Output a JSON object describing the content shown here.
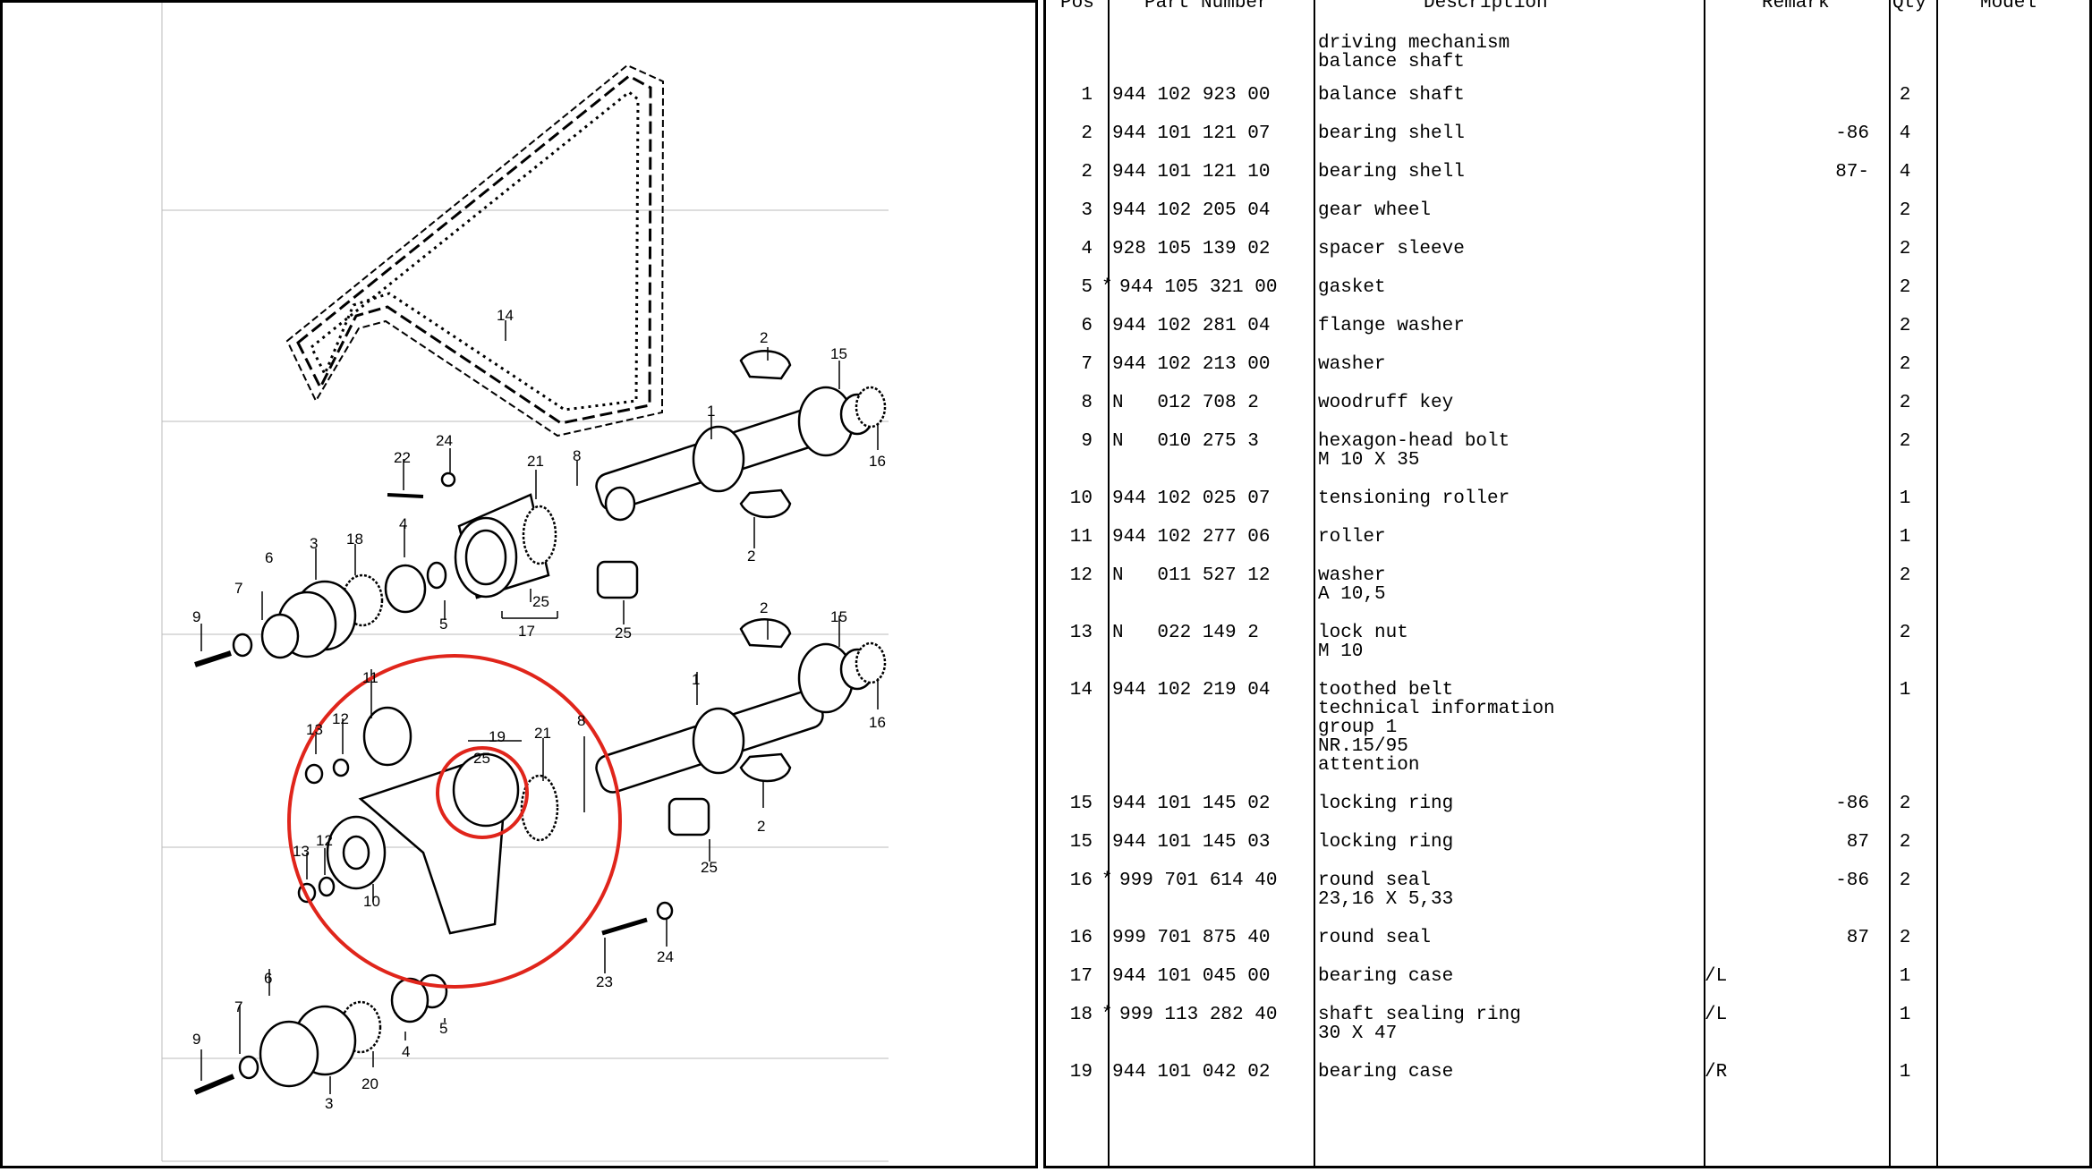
{
  "diagram": {
    "callouts": {
      "c14": "14",
      "c2a": "2",
      "c15a": "15",
      "c1a": "1",
      "c16a": "16",
      "c22": "22",
      "c24a": "24",
      "c21a": "21",
      "c8a": "8",
      "c4a": "4",
      "c3a": "3",
      "c18": "18",
      "c6a": "6",
      "c7a": "7",
      "c9a": "9",
      "c5a": "5",
      "c25a": "25",
      "c17": "17",
      "c25b": "25",
      "c2b": "2",
      "c2c": "2",
      "c15b": "15",
      "c1b": "1",
      "c16b": "16",
      "c11": "11",
      "c13a": "13",
      "c12a": "12",
      "c19": "19",
      "c25c": "25",
      "c21b": "21",
      "c8b": "8",
      "c13b": "13",
      "c12b": "12",
      "c10": "10",
      "c25d": "25",
      "c2d": "2",
      "c24b": "24",
      "c23": "23",
      "c6b": "6",
      "c7b": "7",
      "c9b": "9",
      "c5b": "5",
      "c4b": "4",
      "c20": "20",
      "c3b": "3"
    }
  },
  "table": {
    "headers": {
      "pos": "Pos",
      "part_number": "Part Number",
      "description": "Description",
      "remark": "Remark",
      "qty": "Qty",
      "model": "Model"
    },
    "rows": [
      {
        "pos": "",
        "pn": "",
        "desc": "driving mechanism\nbalance shaft",
        "rem_l": "",
        "rem_r": "",
        "qty": ""
      },
      {
        "pos": "1",
        "pn": "944 102 923 00",
        "desc": "balance shaft",
        "rem_l": "",
        "rem_r": "",
        "qty": "2"
      },
      {
        "pos": "2",
        "pn": "944 101 121 07",
        "desc": "bearing shell",
        "rem_l": "",
        "rem_r": "-86",
        "qty": "4"
      },
      {
        "pos": "2",
        "pn": "944 101 121 10",
        "desc": "bearing shell",
        "rem_l": "",
        "rem_r": "87-",
        "qty": "4"
      },
      {
        "pos": "3",
        "pn": "944 102 205 04",
        "desc": "gear wheel",
        "rem_l": "",
        "rem_r": "",
        "qty": "2"
      },
      {
        "pos": "4",
        "pn": "928 105 139 02",
        "desc": "spacer sleeve",
        "rem_l": "",
        "rem_r": "",
        "qty": "2"
      },
      {
        "pos": "5",
        "star": "*",
        "pn": "944 105 321 00",
        "desc": "gasket",
        "rem_l": "",
        "rem_r": "",
        "qty": "2"
      },
      {
        "pos": "6",
        "pn": "944 102 281 04",
        "desc": "flange washer",
        "rem_l": "",
        "rem_r": "",
        "qty": "2"
      },
      {
        "pos": "7",
        "pn": "944 102 213 00",
        "desc": "washer",
        "rem_l": "",
        "rem_r": "",
        "qty": "2"
      },
      {
        "pos": "8",
        "pn": "N   012 708 2",
        "desc": "woodruff key",
        "rem_l": "",
        "rem_r": "",
        "qty": "2"
      },
      {
        "pos": "9",
        "pn": "N   010 275 3",
        "desc": "hexagon-head bolt\nM 10 X 35",
        "rem_l": "",
        "rem_r": "",
        "qty": "2"
      },
      {
        "pos": "10",
        "pn": "944 102 025 07",
        "desc": "tensioning roller",
        "rem_l": "",
        "rem_r": "",
        "qty": "1"
      },
      {
        "pos": "11",
        "pn": "944 102 277 06",
        "desc": "roller",
        "rem_l": "",
        "rem_r": "",
        "qty": "1"
      },
      {
        "pos": "12",
        "pn": "N   011 527 12",
        "desc": "washer\nA 10,5",
        "rem_l": "",
        "rem_r": "",
        "qty": "2"
      },
      {
        "pos": "13",
        "pn": "N   022 149 2",
        "desc": "lock nut\nM 10",
        "rem_l": "",
        "rem_r": "",
        "qty": "2"
      },
      {
        "pos": "14",
        "pn": "944 102 219 04",
        "desc": "toothed belt\ntechnical information\ngroup 1\nNR.15/95\nattention",
        "rem_l": "",
        "rem_r": "",
        "qty": "1"
      },
      {
        "pos": "15",
        "pn": "944 101 145 02",
        "desc": "locking ring",
        "rem_l": "",
        "rem_r": "-86",
        "qty": "2"
      },
      {
        "pos": "15",
        "pn": "944 101 145 03",
        "desc": "locking ring",
        "rem_l": "",
        "rem_r": "87",
        "qty": "2"
      },
      {
        "pos": "16",
        "star": "*",
        "pn": "999 701 614 40",
        "desc": "round seal\n23,16 X 5,33",
        "rem_l": "",
        "rem_r": "-86",
        "qty": "2"
      },
      {
        "pos": "16",
        "pn": "999 701 875 40",
        "desc": "round seal",
        "rem_l": "",
        "rem_r": "87",
        "qty": "2"
      },
      {
        "pos": "17",
        "pn": "944 101 045 00",
        "desc": "bearing case",
        "rem_l": "/L",
        "rem_r": "",
        "qty": "1"
      },
      {
        "pos": "18",
        "star": "*",
        "pn": "999 113 282 40",
        "desc": "shaft sealing ring\n30 X 47",
        "rem_l": "/L",
        "rem_r": "",
        "qty": "1"
      },
      {
        "pos": "19",
        "pn": "944 101 042 02",
        "desc": "bearing case",
        "rem_l": "/R",
        "rem_r": "",
        "qty": "1"
      }
    ]
  }
}
